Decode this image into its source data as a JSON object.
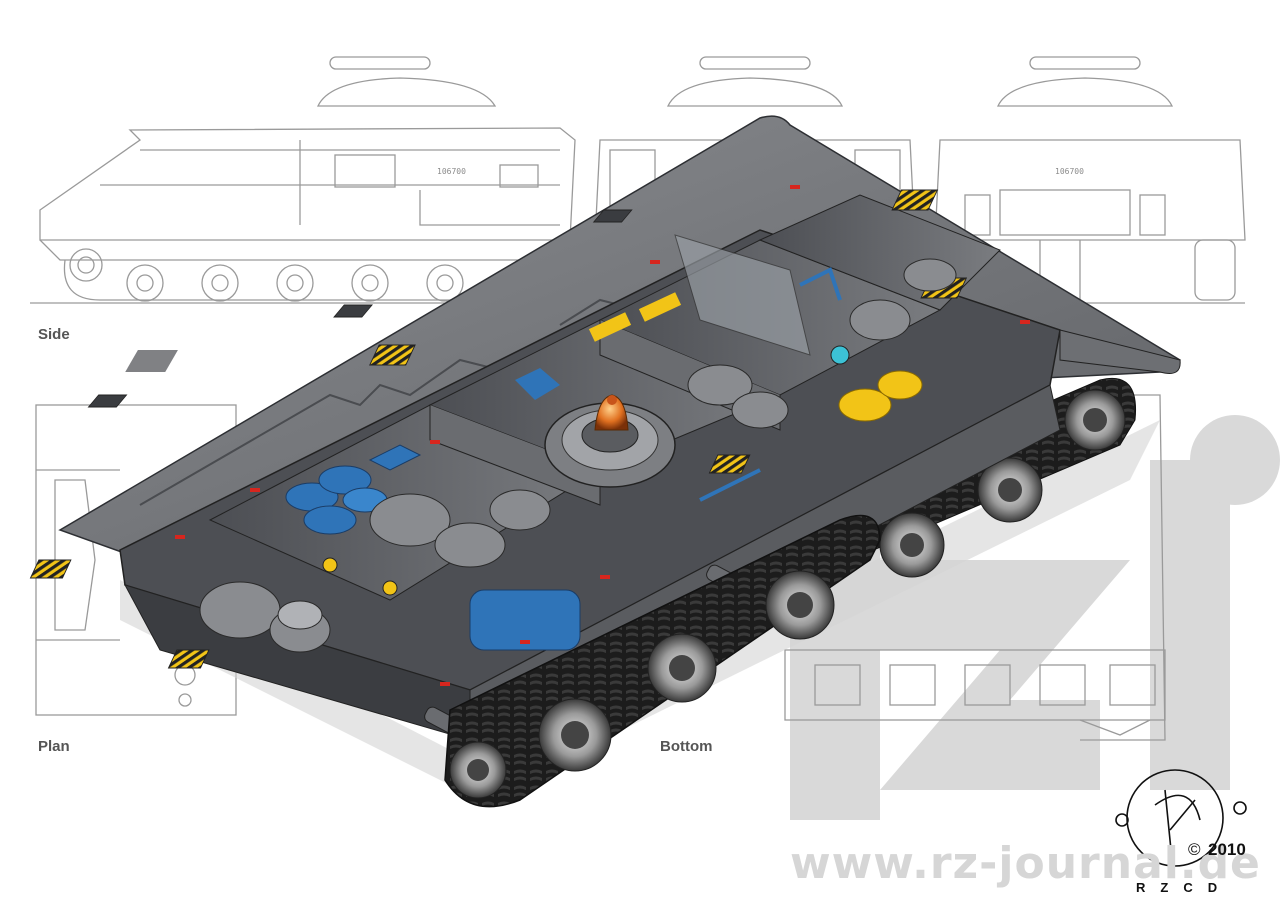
{
  "views": {
    "side": "Side",
    "plan": "Plan",
    "bottom": "Bottom"
  },
  "hull_numbers": [
    "106700",
    "106700",
    "106700"
  ],
  "credits": {
    "website": "www.rz-journal.de",
    "copyright_symbol": "©",
    "year": "2010",
    "studio": "RZCD"
  },
  "colors": {
    "line_art": "#9a9a9a",
    "hull": "#6d6f73",
    "hull_dark": "#3b3d41",
    "track": "#1c1c1c",
    "accent_blue": "#2f74b8",
    "accent_yellow": "#f2c417",
    "accent_red": "#d7261e",
    "core_orange": "#e07020",
    "logo_grey": "#d9d9d9"
  }
}
